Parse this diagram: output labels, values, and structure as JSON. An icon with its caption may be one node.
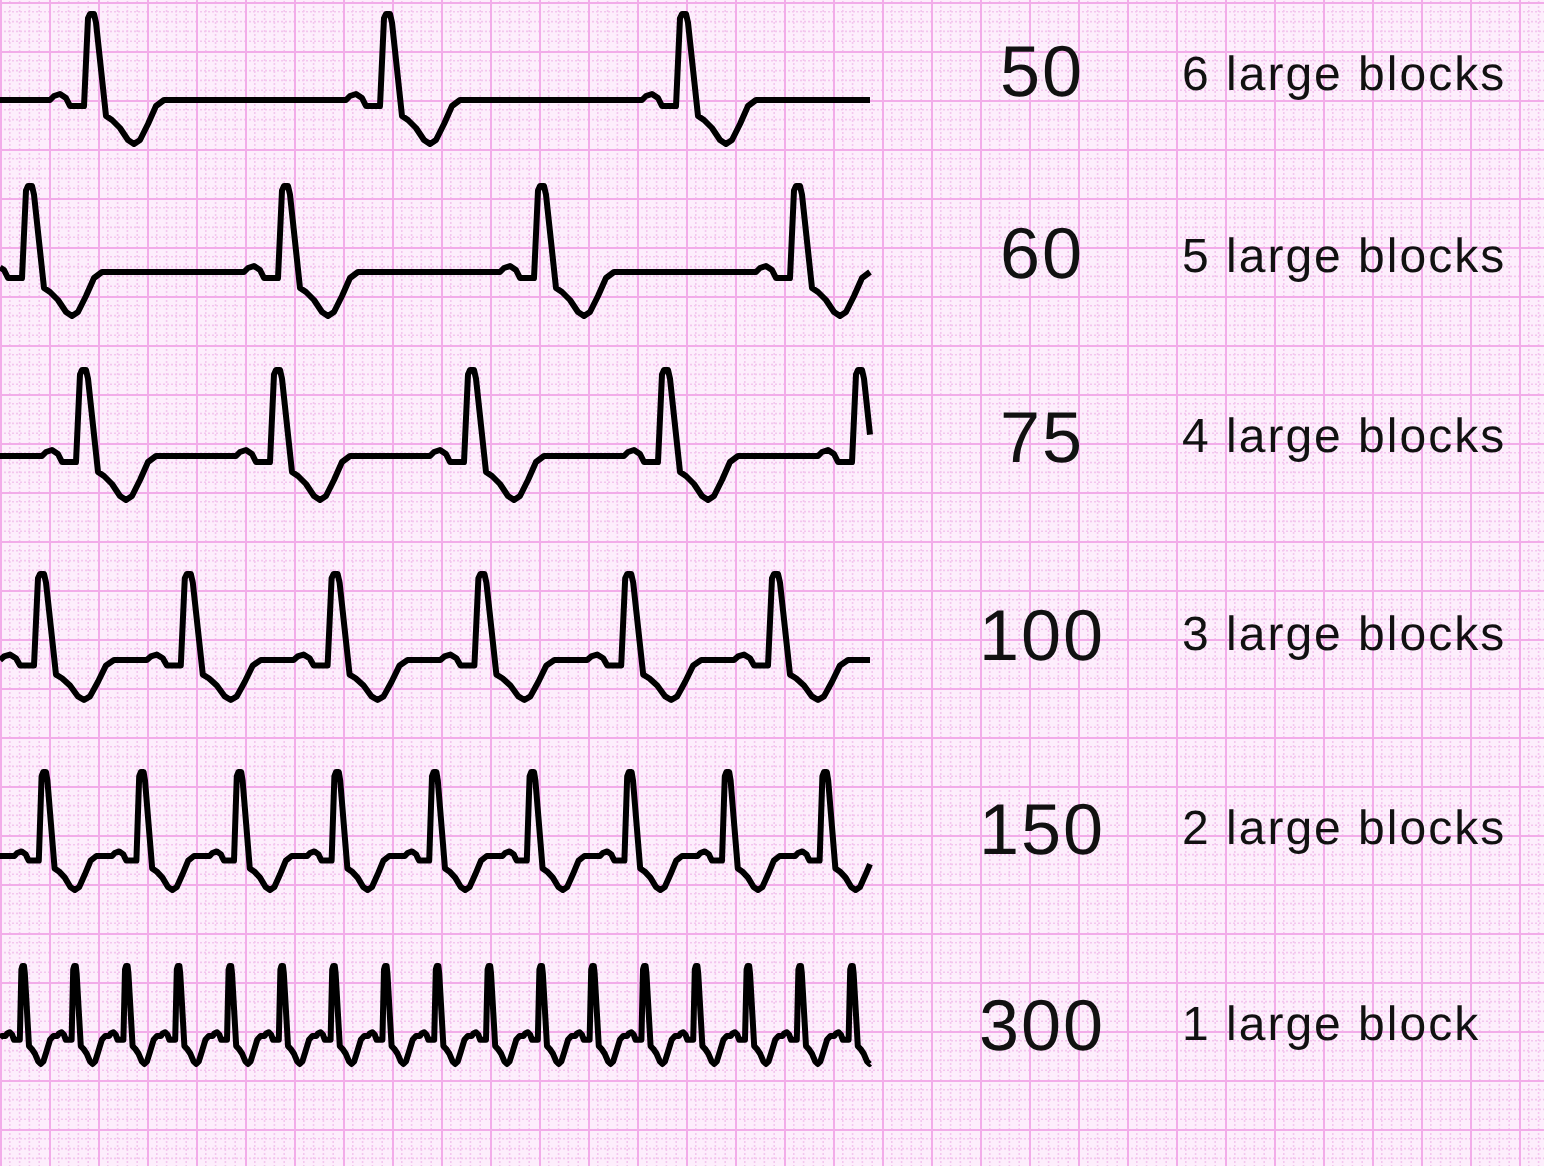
{
  "diagram": {
    "labels": [
      "50",
      "6 large blocks",
      "60",
      "5 large blocks",
      "75",
      "4 large blocks",
      "100",
      "3 large blocks",
      "150",
      "2 large blocks",
      "300",
      "1 large block"
    ]
  }
}
